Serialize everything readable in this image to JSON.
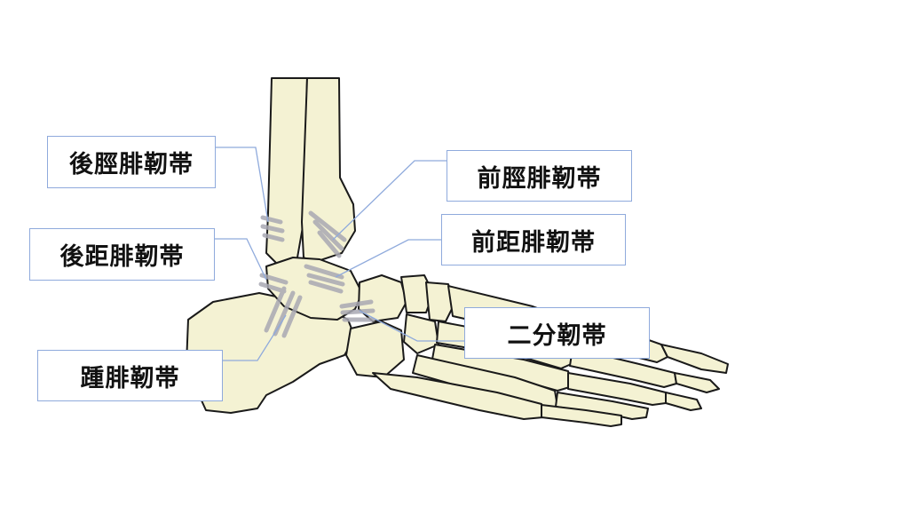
{
  "labels": {
    "posterior_tibiofibular": "後脛腓靭帯",
    "anterior_tibiofibular": "前脛腓靭帯",
    "anterior_talofibular": "前距腓靭帯",
    "posterior_talofibular": "後距腓靭帯",
    "bifurcate": "二分靭帯",
    "calcaneofibular": "踵腓靭帯"
  },
  "colors": {
    "bone_fill": "#f4f2d3",
    "bone_outline": "#1a1a1a",
    "ligament": "#a9a9b3",
    "leader_line": "#8faadc",
    "label_border": "#8faadc"
  }
}
